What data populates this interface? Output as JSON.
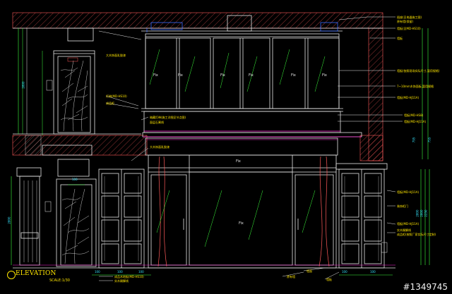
{
  "drawing": {
    "title": "ELEVATION",
    "scale": "SCALE:1/30",
    "watermark": "#1349745",
    "fix_label": "Fix"
  },
  "colors": {
    "background": "#000000",
    "line_white": "#e6e6e6",
    "line_magenta": "#ff2bd6",
    "line_green": "#3cff3c",
    "line_yellow": "#ffe600",
    "line_red": "#ff5a5a",
    "line_cyan": "#36e6ff",
    "line_blue": "#3a6bff"
  },
  "annotations": {
    "top_right_1": "插座(见电器施工图)",
    "top_right_2": "原有墙(保留)",
    "top_right_3": "墙板(见MD-HS10)",
    "top_right_4": "墙板",
    "right_mid_1": "墙板(依照现场实际尺寸,暂用规格)",
    "right_mid_2": "7~10mm木饰面板,暂用规格",
    "right_mid_3": "墙板(MD-HJ11A)",
    "right_mid_4": "墙板(MD-HS8)",
    "right_mid_5": "墙板(MD-HJ11A)",
    "left_mid_1": "大木饰面乳胶漆",
    "left_mid_2": "灯带(MD-HS10)",
    "left_mid_3": "成品柜",
    "center_mid_1": "暗藏灯带(施工详细见节点图)",
    "center_mid_2": "面层石膏线",
    "center_low_1": "大木饰面乳胶漆",
    "right_low_1": "墙板(MD-HJ11A)",
    "right_low_2": "装饰柜门",
    "right_low_3": "墙板(MD-HJ11A)",
    "right_low_4": "实木踢脚线",
    "right_low_5": "成品柜(按照厂家实际尺寸定制)",
    "bottom_1": "成品木地板(MD-HS10)",
    "bottom_2": "实木踢脚线",
    "bottom_3": "原有墙",
    "bottom_4": "墙面",
    "bottom_5": "墙板"
  },
  "dimensions": {
    "left_v1": "2800",
    "left_v2": "2800",
    "right_v1": "795",
    "right_v2": "755",
    "right_stack_1": "2800",
    "right_stack_2": "2800",
    "right_stack_3": "2250",
    "bottom_1": "100",
    "bottom_2": "100",
    "bottom_3": "100",
    "bottom_4": "100",
    "bottom_5": "100",
    "top_small": "100"
  }
}
